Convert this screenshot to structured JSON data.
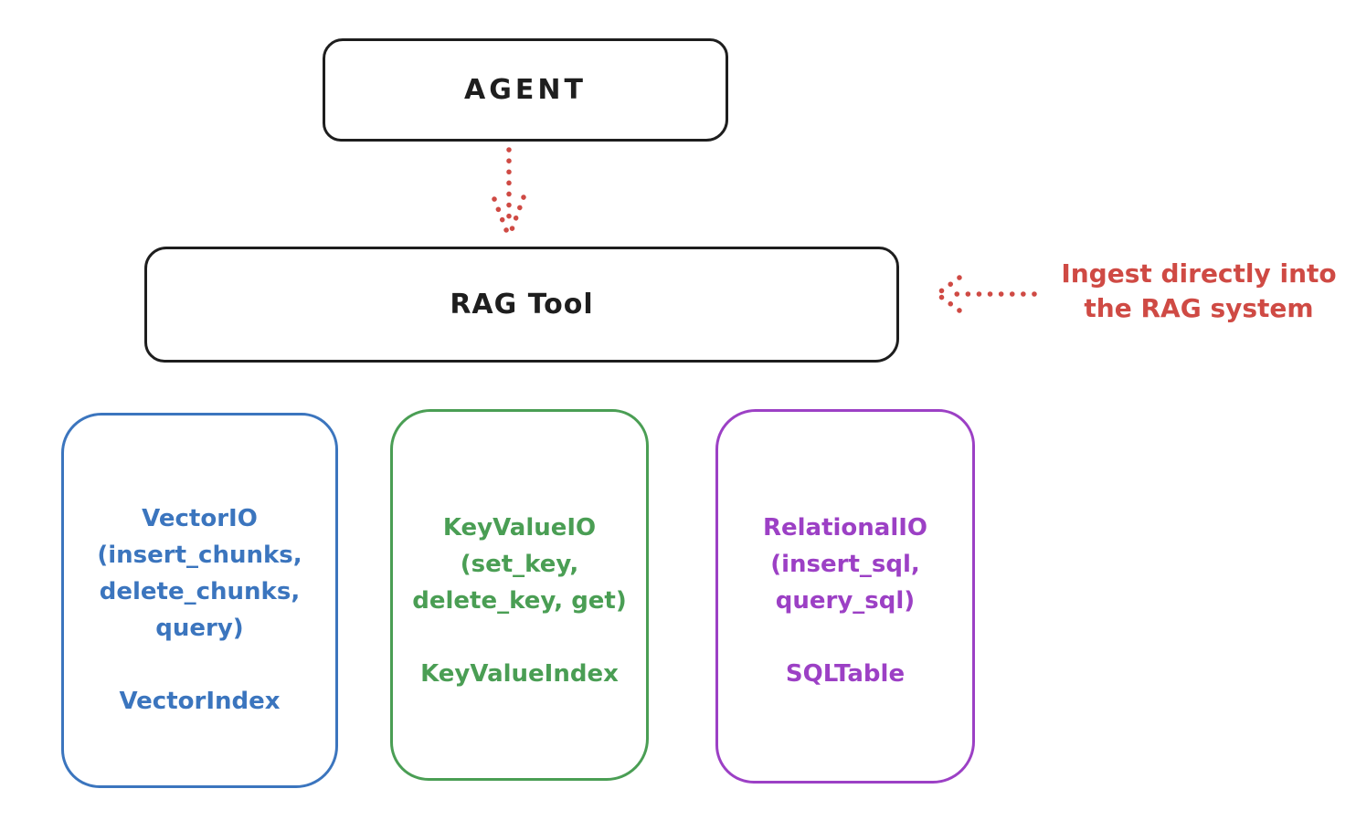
{
  "agent": {
    "label": "AGENT"
  },
  "rag_tool": {
    "label": "RAG Tool"
  },
  "arrows": {
    "agent_to_rag": "dotted-down-arrow",
    "ingest_into_rag": "dotted-left-arrow"
  },
  "annotation": {
    "line1": "Ingest directly into",
    "line2": "the RAG system"
  },
  "boxes": {
    "vector": {
      "lines": [
        "VectorIO",
        "(insert_chunks,",
        "delete_chunks,",
        "query)"
      ],
      "index": "VectorIndex"
    },
    "keyvalue": {
      "lines": [
        "KeyValueIO",
        "(set_key,",
        "delete_key, get)"
      ],
      "index": "KeyValueIndex"
    },
    "relational": {
      "lines": [
        "RelationalIO",
        "(insert_sql,",
        "query_sql)"
      ],
      "index": "SQLTable"
    }
  },
  "colors": {
    "black": "#1e1e1e",
    "red": "#cf4a44",
    "blue": "#3b75be",
    "green": "#4a9e54",
    "purple": "#9c40c5",
    "background": "#ffffff"
  }
}
